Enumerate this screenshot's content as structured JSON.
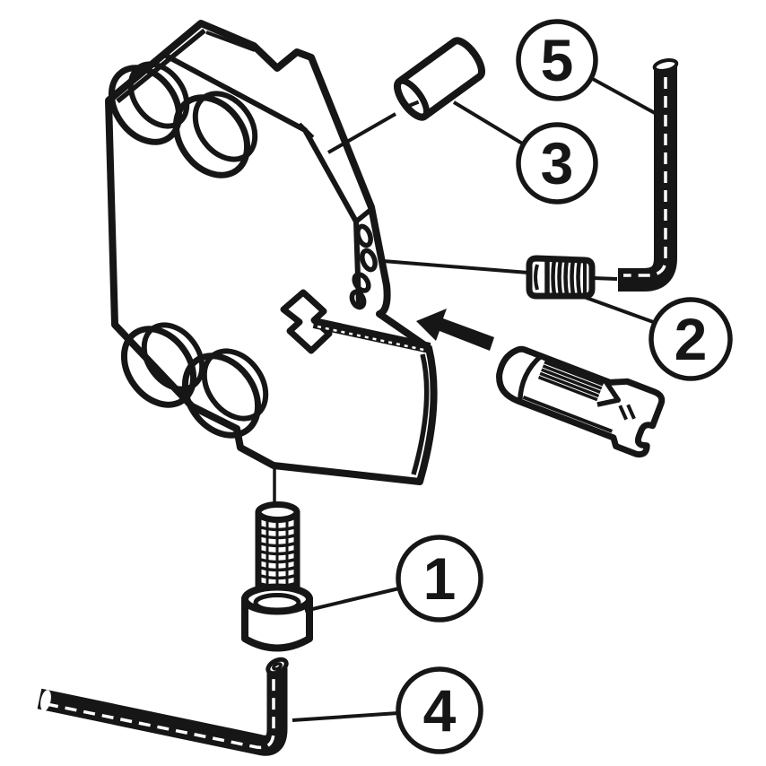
{
  "figure": {
    "type": "exploded-assembly-technical-drawing",
    "numbered_items_visible": [
      "1",
      "2",
      "3",
      "4",
      "5"
    ]
  },
  "colors": {
    "background": "#ffffff",
    "ink": "#161616"
  },
  "callouts": [
    {
      "label": "1",
      "part": "clamp-screw"
    },
    {
      "label": "2",
      "part": "set-screw"
    },
    {
      "label": "3",
      "part": "locating-pin"
    },
    {
      "label": "4",
      "part": "hex-key-lower"
    },
    {
      "label": "5",
      "part": "hex-key-upper"
    }
  ],
  "glyphs": {
    "tool_holder_body": "tool-holder-body-drawing",
    "cutting_insert": "grooving-insert-drawing",
    "insertion_arrow": "arrow-up-left"
  }
}
